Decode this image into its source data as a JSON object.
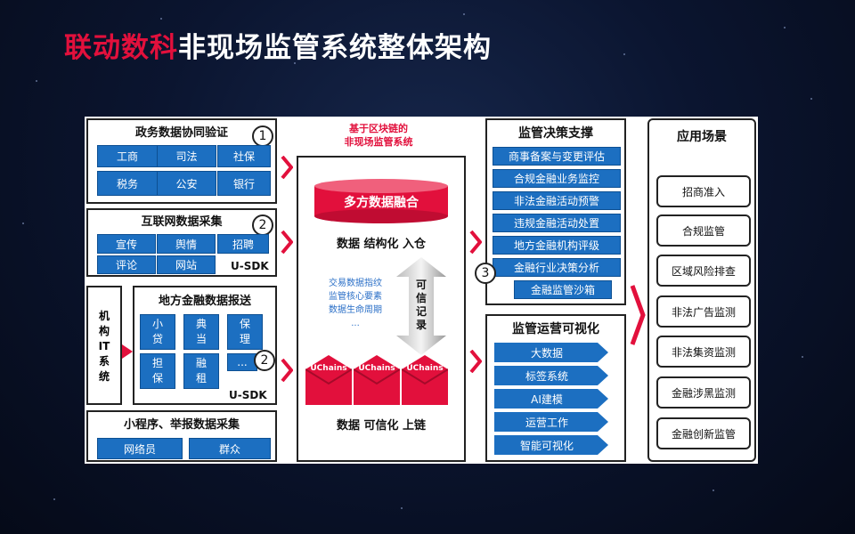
{
  "title": {
    "brand": "联动数科",
    "rest": "非现场监管系统整体架构"
  },
  "sources": {
    "gov": {
      "title": "政务数据协同验证",
      "badge": "1",
      "cells": [
        "工商",
        "司法",
        "社保",
        "税务",
        "公安",
        "银行"
      ]
    },
    "internet": {
      "title": "互联网数据采集",
      "badge": "2",
      "cells": [
        "宣传",
        "舆情",
        "招聘",
        "评论",
        "网站"
      ],
      "sdk": "U-SDK"
    },
    "inst": {
      "label": [
        "机",
        "构",
        "IT",
        "系",
        "统"
      ]
    },
    "local": {
      "title": "地方金融数据报送",
      "badge": "2",
      "cells": [
        "小\n贷",
        "典\n当",
        "保\n理",
        "担\n保",
        "融\n租",
        "..."
      ],
      "sdk": "U-SDK"
    },
    "mini": {
      "title": "小程序、举报数据采集",
      "cells": [
        "网络员",
        "群众"
      ]
    }
  },
  "center": {
    "top_label": [
      "基于区块链的",
      "非现场监管系统"
    ],
    "cylinder": "多方数据融合",
    "step1": "数据 结构化 入仓",
    "notes": [
      "交易数据指纹",
      "监管核心要素",
      "数据生命周期",
      "..."
    ],
    "record": [
      "可",
      "信",
      "记",
      "录"
    ],
    "chain_label": "UChains",
    "step2": "数据 可信化 上链"
  },
  "decision": {
    "title": "监管决策支撑",
    "badge": "3",
    "items": [
      "商事备案与变更评估",
      "合规金融业务监控",
      "非法金融活动预警",
      "违规金融活动处置",
      "地方金融机构评级",
      "金融行业决策分析",
      "金融监管沙箱"
    ]
  },
  "ops": {
    "title": "监管运营可视化",
    "items": [
      "大数据",
      "标签系统",
      "AI建模",
      "运营工作",
      "智能可视化"
    ]
  },
  "apps": {
    "title": "应用场景",
    "items": [
      "招商准入",
      "合规监管",
      "区域风险排查",
      "非法广告监测",
      "非法集资监测",
      "金融涉黑监测",
      "金融创新监管"
    ]
  },
  "colors": {
    "brand_red": "#e2103c",
    "cell_blue": "#1c6fc1",
    "panel": "#ffffff"
  }
}
